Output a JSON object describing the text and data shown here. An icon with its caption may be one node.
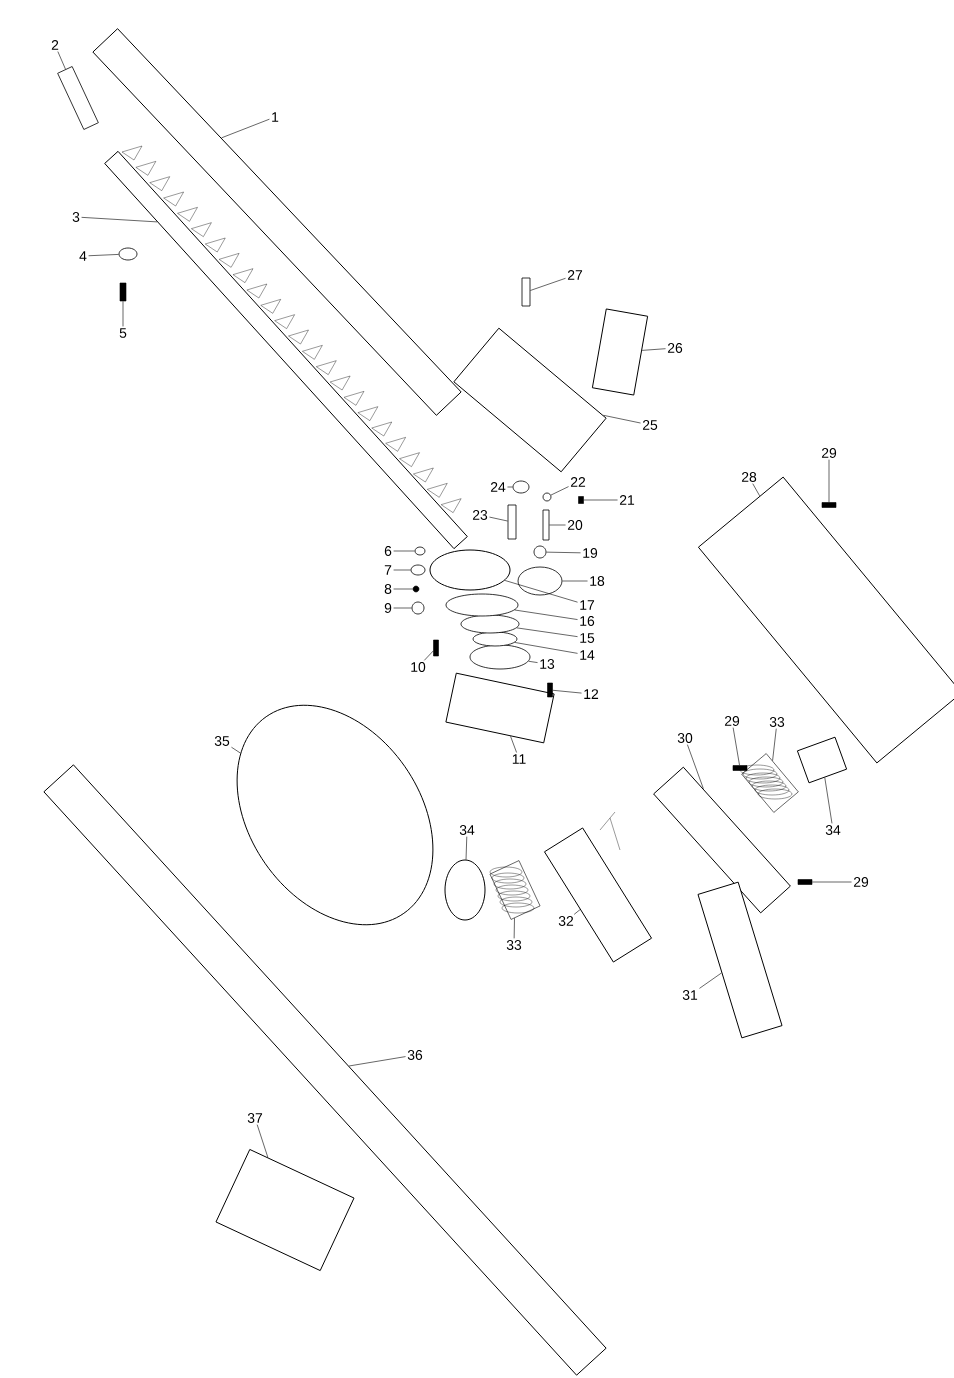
{
  "diagram": {
    "nodes": [
      {
        "text": [
          "1"
        ]
      },
      {
        "text": [
          "2"
        ]
      },
      {
        "text": [
          "3"
        ]
      },
      {
        "text": [
          "4"
        ]
      },
      {
        "text": [
          "5"
        ]
      },
      {
        "text": [
          "6"
        ]
      },
      {
        "text": [
          "7"
        ]
      },
      {
        "text": [
          "8"
        ]
      },
      {
        "text": [
          "9"
        ]
      },
      {
        "text": [
          "10"
        ]
      },
      {
        "text": [
          "11"
        ]
      },
      {
        "text": [
          "12"
        ]
      },
      {
        "text": [
          "13"
        ]
      },
      {
        "text": [
          "14"
        ]
      },
      {
        "text": [
          "15"
        ]
      },
      {
        "text": [
          "16"
        ]
      },
      {
        "text": [
          "17"
        ]
      },
      {
        "text": [
          "18"
        ]
      },
      {
        "text": [
          "19"
        ]
      },
      {
        "text": [
          "20"
        ]
      },
      {
        "text": [
          "21"
        ]
      },
      {
        "text": [
          "22"
        ]
      },
      {
        "text": [
          "23"
        ]
      },
      {
        "text": [
          "24"
        ]
      },
      {
        "text": [
          "25"
        ]
      },
      {
        "text": [
          "26"
        ]
      },
      {
        "text": [
          "27"
        ]
      },
      {
        "text": [
          "28"
        ]
      },
      {
        "text": [
          "29"
        ]
      },
      {
        "text": [
          "29"
        ]
      },
      {
        "text": [
          "29"
        ]
      },
      {
        "text": [
          "30"
        ]
      },
      {
        "text": [
          "31"
        ]
      },
      {
        "text": [
          "32"
        ]
      },
      {
        "text": [
          "33"
        ]
      },
      {
        "text": [
          "33"
        ]
      },
      {
        "text": [
          "34"
        ]
      },
      {
        "text": [
          "34"
        ]
      },
      {
        "text": [
          "35"
        ]
      },
      {
        "text": [
          "36"
        ]
      },
      {
        "text": [
          "37"
        ]
      },
      {
        "text": [],
        "shape": "box"
      },
      {
        "text": [],
        "shape": "box"
      },
      {
        "text": [],
        "shape": "box"
      },
      {
        "text": [],
        "shape": "circle"
      },
      {
        "text": [],
        "shape": "box"
      },
      {
        "text": [],
        "shape": "circle"
      },
      {
        "text": [],
        "shape": "circle"
      },
      {
        "text": [],
        "shape": "circle"
      },
      {
        "text": [],
        "shape": "circle"
      },
      {
        "text": [],
        "shape": "box"
      },
      {
        "text": [],
        "shape": "box"
      },
      {
        "text": [],
        "shape": "box"
      },
      {
        "text": [],
        "shape": "circle"
      },
      {
        "text": [],
        "shape": "circle"
      },
      {
        "text": [],
        "shape": "circle"
      },
      {
        "text": [],
        "shape": "circle"
      },
      {
        "text": [],
        "shape": "circle"
      },
      {
        "text": [],
        "shape": "circle"
      },
      {
        "text": [],
        "shape": "circle"
      },
      {
        "text": [],
        "shape": "box"
      },
      {
        "text": [],
        "shape": "box"
      },
      {
        "text": [],
        "shape": "circle"
      },
      {
        "text": [],
        "shape": "box"
      },
      {
        "text": [],
        "shape": "circle"
      },
      {
        "text": [],
        "shape": "box"
      },
      {
        "text": [],
        "shape": "box"
      },
      {
        "text": [],
        "shape": "box"
      },
      {
        "text": [],
        "shape": "box"
      },
      {
        "text": [],
        "shape": "box"
      },
      {
        "text": [],
        "shape": "box"
      },
      {
        "text": [],
        "shape": "box"
      },
      {
        "text": [],
        "shape": "box"
      },
      {
        "text": [],
        "shape": "box"
      },
      {
        "text": [],
        "shape": "box"
      },
      {
        "text": [],
        "shape": "box"
      },
      {
        "text": [],
        "shape": "box"
      },
      {
        "text": [],
        "shape": "circle"
      },
      {
        "text": [],
        "shape": "box"
      },
      {
        "text": [],
        "shape": "circle"
      },
      {
        "text": [],
        "shape": "box"
      },
      {
        "text": [],
        "shape": "box"
      }
    ],
    "edges": [
      {
        "from": 0,
        "to": 41,
        "arrow": "none"
      },
      {
        "from": 1,
        "to": 42,
        "arrow": "none"
      },
      {
        "from": 2,
        "to": 43,
        "arrow": "none"
      },
      {
        "from": 3,
        "to": 44,
        "arrow": "none"
      },
      {
        "from": 4,
        "to": 45,
        "arrow": "none"
      },
      {
        "from": 5,
        "to": 46,
        "arrow": "none"
      },
      {
        "from": 6,
        "to": 47,
        "arrow": "none"
      },
      {
        "from": 7,
        "to": 48,
        "arrow": "none"
      },
      {
        "from": 8,
        "to": 49,
        "arrow": "none"
      },
      {
        "from": 9,
        "to": 50,
        "arrow": "none"
      },
      {
        "from": 10,
        "to": 51,
        "arrow": "none"
      },
      {
        "from": 11,
        "to": 52,
        "arrow": "none"
      },
      {
        "from": 12,
        "to": 53,
        "arrow": "none"
      },
      {
        "from": 13,
        "to": 54,
        "arrow": "none"
      },
      {
        "from": 14,
        "to": 55,
        "arrow": "none"
      },
      {
        "from": 15,
        "to": 56,
        "arrow": "none"
      },
      {
        "from": 16,
        "to": 57,
        "arrow": "none"
      },
      {
        "from": 17,
        "to": 58,
        "arrow": "none"
      },
      {
        "from": 18,
        "to": 59,
        "arrow": "none"
      },
      {
        "from": 19,
        "to": 60,
        "arrow": "none"
      },
      {
        "from": 20,
        "to": 61,
        "arrow": "none"
      },
      {
        "from": 21,
        "to": 62,
        "arrow": "none"
      },
      {
        "from": 22,
        "to": 63,
        "arrow": "none"
      },
      {
        "from": 23,
        "to": 64,
        "arrow": "none"
      },
      {
        "from": 24,
        "to": 65,
        "arrow": "none"
      },
      {
        "from": 25,
        "to": 66,
        "arrow": "none"
      },
      {
        "from": 26,
        "to": 67,
        "arrow": "none"
      },
      {
        "from": 27,
        "to": 68,
        "arrow": "none"
      },
      {
        "from": 28,
        "to": 69,
        "arrow": "none"
      },
      {
        "from": 29,
        "to": 70,
        "arrow": "none"
      },
      {
        "from": 30,
        "to": 71,
        "arrow": "none"
      },
      {
        "from": 31,
        "to": 72,
        "arrow": "none"
      },
      {
        "from": 32,
        "to": 73,
        "arrow": "none"
      },
      {
        "from": 33,
        "to": 74,
        "arrow": "none"
      },
      {
        "from": 34,
        "to": 75,
        "arrow": "none"
      },
      {
        "from": 35,
        "to": 76,
        "arrow": "none"
      },
      {
        "from": 36,
        "to": 77,
        "arrow": "none"
      },
      {
        "from": 37,
        "to": 78,
        "arrow": "none"
      },
      {
        "from": 38,
        "to": 79,
        "arrow": "none"
      },
      {
        "from": 39,
        "to": 80,
        "arrow": "none"
      },
      {
        "from": 40,
        "to": 81,
        "arrow": "none"
      }
    ]
  }
}
